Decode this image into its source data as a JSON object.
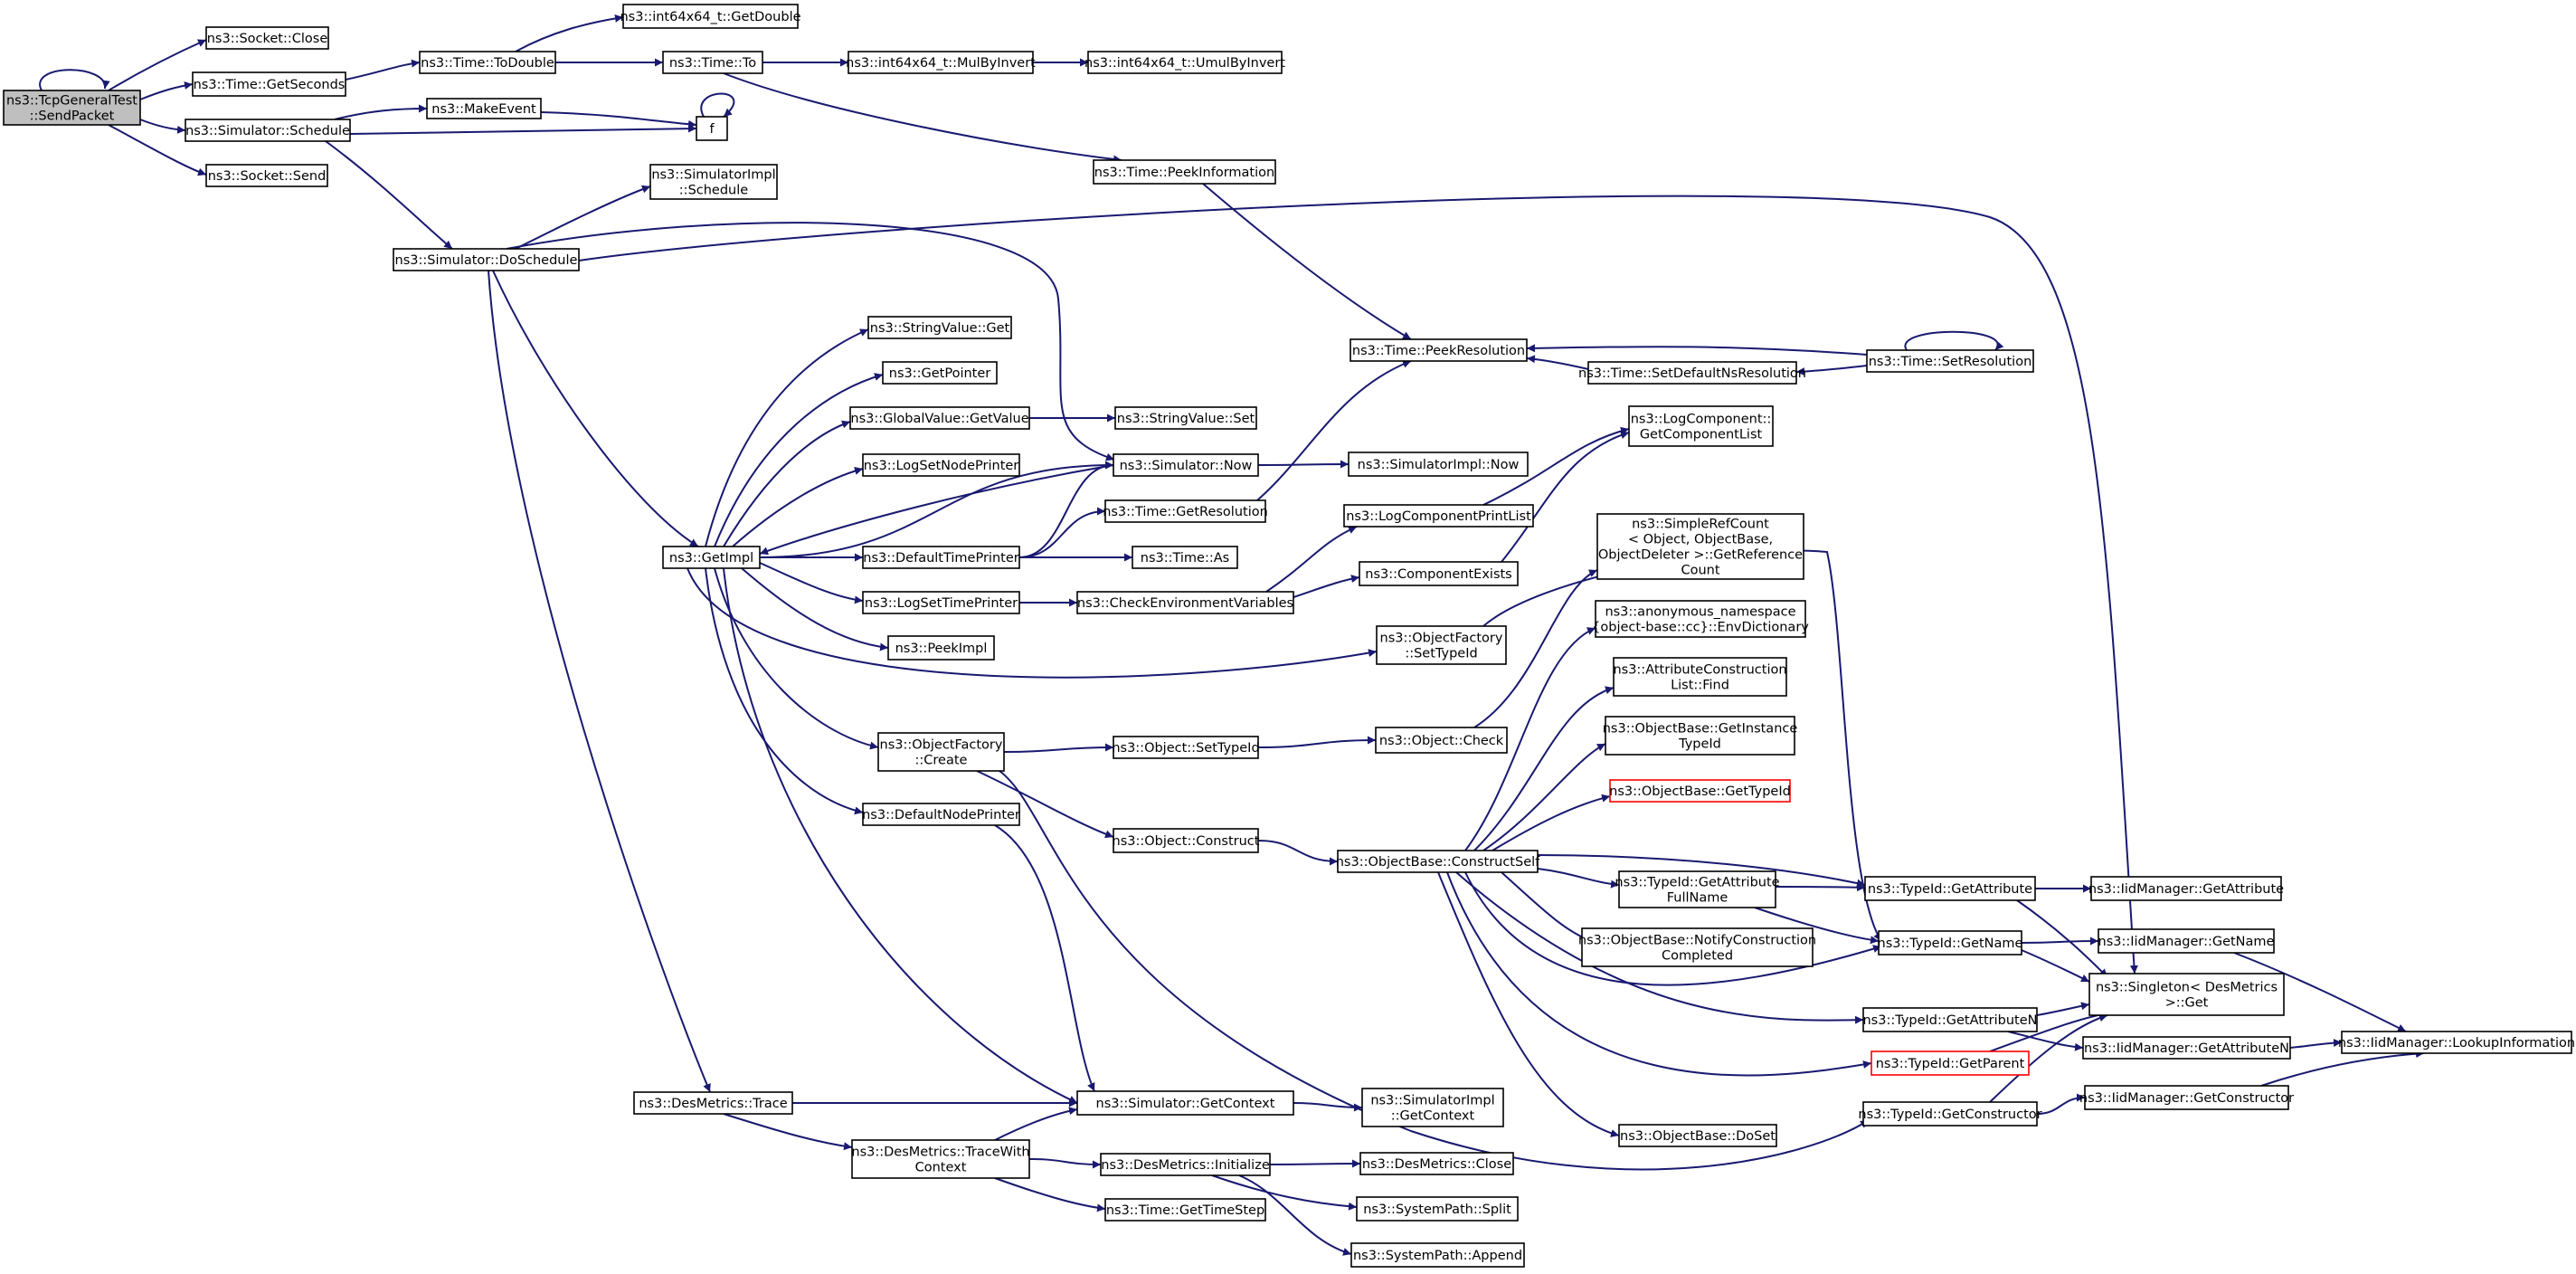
{
  "nodes": [
    {
      "id": "root",
      "lines": [
        "ns3::TcpGeneralTest",
        "::SendPacket"
      ],
      "kind": "root"
    },
    {
      "id": "sockclose",
      "lines": [
        "ns3::Socket::Close"
      ]
    },
    {
      "id": "getseconds",
      "lines": [
        "ns3::Time::GetSeconds"
      ]
    },
    {
      "id": "schedule",
      "lines": [
        "ns3::Simulator::Schedule"
      ]
    },
    {
      "id": "socksend",
      "lines": [
        "ns3::Socket::Send"
      ]
    },
    {
      "id": "todouble",
      "lines": [
        "ns3::Time::ToDouble"
      ]
    },
    {
      "id": "getdouble",
      "lines": [
        "ns3::int64x64_t::GetDouble"
      ]
    },
    {
      "id": "to",
      "lines": [
        "ns3::Time::To"
      ]
    },
    {
      "id": "mulbyinv",
      "lines": [
        "ns3::int64x64_t::MulByInvert"
      ]
    },
    {
      "id": "umulbyinv",
      "lines": [
        "ns3::int64x64_t::UmulByInvert"
      ]
    },
    {
      "id": "makeevent",
      "lines": [
        "ns3::MakeEvent"
      ]
    },
    {
      "id": "f",
      "lines": [
        "f"
      ]
    },
    {
      "id": "peekinfo",
      "lines": [
        "ns3::Time::PeekInformation"
      ]
    },
    {
      "id": "simimplsched",
      "lines": [
        "ns3::SimulatorImpl",
        "::Schedule"
      ]
    },
    {
      "id": "doschedule",
      "lines": [
        "ns3::Simulator::DoSchedule"
      ]
    },
    {
      "id": "peekres",
      "lines": [
        "ns3::Time::PeekResolution"
      ]
    },
    {
      "id": "setdefns",
      "lines": [
        "ns3::Time::SetDefaultNsResolution"
      ]
    },
    {
      "id": "setres",
      "lines": [
        "ns3::Time::SetResolution"
      ]
    },
    {
      "id": "strget",
      "lines": [
        "ns3::StringValue::Get"
      ]
    },
    {
      "id": "getpointer",
      "lines": [
        "ns3::GetPointer"
      ]
    },
    {
      "id": "gvgetvalue",
      "lines": [
        "ns3::GlobalValue::GetValue"
      ]
    },
    {
      "id": "strset",
      "lines": [
        "ns3::StringValue::Set"
      ]
    },
    {
      "id": "logsetnode",
      "lines": [
        "ns3::LogSetNodePrinter"
      ]
    },
    {
      "id": "simnow",
      "lines": [
        "ns3::Simulator::Now"
      ]
    },
    {
      "id": "simimplnow",
      "lines": [
        "ns3::SimulatorImpl::Now"
      ]
    },
    {
      "id": "logcompgetlist",
      "lines": [
        "ns3::LogComponent::",
        "GetComponentList"
      ]
    },
    {
      "id": "getimpl",
      "lines": [
        "ns3::GetImpl"
      ]
    },
    {
      "id": "timegetres",
      "lines": [
        "ns3::Time::GetResolution"
      ]
    },
    {
      "id": "deftimeprinter",
      "lines": [
        "ns3::DefaultTimePrinter"
      ]
    },
    {
      "id": "timeas",
      "lines": [
        "ns3::Time::As"
      ]
    },
    {
      "id": "logcompprint",
      "lines": [
        "ns3::LogComponentPrintList"
      ]
    },
    {
      "id": "simplerefcount",
      "lines": [
        "ns3::SimpleRefCount",
        "< Object, ObjectBase,",
        "ObjectDeleter >::GetReference",
        "Count"
      ]
    },
    {
      "id": "compexists",
      "lines": [
        "ns3::ComponentExists"
      ]
    },
    {
      "id": "logsettime",
      "lines": [
        "ns3::LogSetTimePrinter"
      ]
    },
    {
      "id": "checkenv",
      "lines": [
        "ns3::CheckEnvironmentVariables"
      ]
    },
    {
      "id": "envdict",
      "lines": [
        "ns3::anonymous_namespace",
        "{object-base::cc}::EnvDictionary"
      ]
    },
    {
      "id": "peekimpl",
      "lines": [
        "ns3::PeekImpl"
      ]
    },
    {
      "id": "ofsettypeid",
      "lines": [
        "ns3::ObjectFactory",
        "::SetTypeId"
      ]
    },
    {
      "id": "attrconstrfind",
      "lines": [
        "ns3::AttributeConstruction",
        "List::Find"
      ]
    },
    {
      "id": "obgetinsttypeid",
      "lines": [
        "ns3::ObjectBase::GetInstance",
        "TypeId"
      ]
    },
    {
      "id": "ofcreate",
      "lines": [
        "ns3::ObjectFactory",
        "::Create"
      ]
    },
    {
      "id": "objsettypeid",
      "lines": [
        "ns3::Object::SetTypeId"
      ]
    },
    {
      "id": "objcheck",
      "lines": [
        "ns3::Object::Check"
      ]
    },
    {
      "id": "obgettypeid",
      "lines": [
        "ns3::ObjectBase::GetTypeId"
      ],
      "kind": "red"
    },
    {
      "id": "defnodeprinter",
      "lines": [
        "ns3::DefaultNodePrinter"
      ]
    },
    {
      "id": "objconstruct",
      "lines": [
        "ns3::Object::Construct"
      ]
    },
    {
      "id": "obconstructself",
      "lines": [
        "ns3::ObjectBase::ConstructSelf"
      ]
    },
    {
      "id": "tidgetattrfull",
      "lines": [
        "ns3::TypeId::GetAttribute",
        "FullName"
      ]
    },
    {
      "id": "tidgetattr",
      "lines": [
        "ns3::TypeId::GetAttribute"
      ]
    },
    {
      "id": "iidgetattr",
      "lines": [
        "ns3::IidManager::GetAttribute"
      ]
    },
    {
      "id": "obnotify",
      "lines": [
        "ns3::ObjectBase::NotifyConstruction",
        "Completed"
      ]
    },
    {
      "id": "tidgetname",
      "lines": [
        "ns3::TypeId::GetName"
      ]
    },
    {
      "id": "iidgetname",
      "lines": [
        "ns3::IidManager::GetName"
      ]
    },
    {
      "id": "singleton",
      "lines": [
        "ns3::Singleton< DesMetrics",
        ">::Get"
      ]
    },
    {
      "id": "tidgetattrn",
      "lines": [
        "ns3::TypeId::GetAttributeN"
      ]
    },
    {
      "id": "iidgetattrn",
      "lines": [
        "ns3::IidManager::GetAttributeN"
      ]
    },
    {
      "id": "iidlookup",
      "lines": [
        "ns3::IidManager::LookupInformation"
      ]
    },
    {
      "id": "tidgetparent",
      "lines": [
        "ns3::TypeId::GetParent"
      ],
      "kind": "red"
    },
    {
      "id": "destrace",
      "lines": [
        "ns3::DesMetrics::Trace"
      ]
    },
    {
      "id": "simgetcontext",
      "lines": [
        "ns3::Simulator::GetContext"
      ]
    },
    {
      "id": "simimplgetctx",
      "lines": [
        "ns3::SimulatorImpl",
        "::GetContext"
      ]
    },
    {
      "id": "iidgetconstr",
      "lines": [
        "ns3::IidManager::GetConstructor"
      ]
    },
    {
      "id": "tidgetconstr",
      "lines": [
        "ns3::TypeId::GetConstructor"
      ]
    },
    {
      "id": "obdoset",
      "lines": [
        "ns3::ObjectBase::DoSet"
      ]
    },
    {
      "id": "destracewithctx",
      "lines": [
        "ns3::DesMetrics::TraceWith",
        "Context"
      ]
    },
    {
      "id": "desinit",
      "lines": [
        "ns3::DesMetrics::Initialize"
      ]
    },
    {
      "id": "desclose",
      "lines": [
        "ns3::DesMetrics::Close"
      ]
    },
    {
      "id": "syssplit",
      "lines": [
        "ns3::SystemPath::Split"
      ]
    },
    {
      "id": "timegettimestep",
      "lines": [
        "ns3::Time::GetTimeStep"
      ]
    },
    {
      "id": "sysappend",
      "lines": [
        "ns3::SystemPath::Append"
      ]
    }
  ],
  "edges": [
    [
      "root",
      "root"
    ],
    [
      "root",
      "sockclose"
    ],
    [
      "root",
      "getseconds"
    ],
    [
      "root",
      "schedule"
    ],
    [
      "root",
      "socksend"
    ],
    [
      "getseconds",
      "todouble"
    ],
    [
      "todouble",
      "getdouble"
    ],
    [
      "todouble",
      "to"
    ],
    [
      "to",
      "mulbyinv"
    ],
    [
      "mulbyinv",
      "umulbyinv"
    ],
    [
      "to",
      "peekinfo"
    ],
    [
      "schedule",
      "makeevent"
    ],
    [
      "schedule",
      "f"
    ],
    [
      "makeevent",
      "f"
    ],
    [
      "f",
      "f"
    ],
    [
      "schedule",
      "doschedule"
    ],
    [
      "doschedule",
      "simimplsched"
    ],
    [
      "doschedule",
      "simnow"
    ],
    [
      "doschedule",
      "singleton"
    ],
    [
      "doschedule",
      "getimpl"
    ],
    [
      "doschedule",
      "destrace"
    ],
    [
      "peekinfo",
      "peekres"
    ],
    [
      "setdefns",
      "peekres"
    ],
    [
      "setres",
      "peekres"
    ],
    [
      "setres",
      "setdefns"
    ],
    [
      "setres",
      "setres"
    ],
    [
      "getimpl",
      "strget"
    ],
    [
      "getimpl",
      "getpointer"
    ],
    [
      "getimpl",
      "gvgetvalue"
    ],
    [
      "getimpl",
      "logsetnode"
    ],
    [
      "getimpl",
      "simnow"
    ],
    [
      "getimpl",
      "deftimeprinter"
    ],
    [
      "getimpl",
      "logsettime"
    ],
    [
      "getimpl",
      "peekimpl"
    ],
    [
      "getimpl",
      "ofsettypeid"
    ],
    [
      "getimpl",
      "ofcreate"
    ],
    [
      "getimpl",
      "defnodeprinter"
    ],
    [
      "getimpl",
      "simgetcontext"
    ],
    [
      "gvgetvalue",
      "strset"
    ],
    [
      "simnow",
      "getimpl"
    ],
    [
      "simnow",
      "simimplnow"
    ],
    [
      "deftimeprinter",
      "simnow"
    ],
    [
      "deftimeprinter",
      "timegetres"
    ],
    [
      "deftimeprinter",
      "timeas"
    ],
    [
      "timegetres",
      "peekres"
    ],
    [
      "logsettime",
      "checkenv"
    ],
    [
      "checkenv",
      "logcompprint"
    ],
    [
      "checkenv",
      "compexists"
    ],
    [
      "logcompprint",
      "logcompgetlist"
    ],
    [
      "compexists",
      "logcompgetlist"
    ],
    [
      "ofsettypeid",
      "tidgetname"
    ],
    [
      "ofcreate",
      "objsettypeid"
    ],
    [
      "ofcreate",
      "objconstruct"
    ],
    [
      "ofcreate",
      "tidgetconstr"
    ],
    [
      "objsettypeid",
      "objcheck"
    ],
    [
      "objcheck",
      "simplerefcount"
    ],
    [
      "objconstruct",
      "obconstructself"
    ],
    [
      "obconstructself",
      "envdict"
    ],
    [
      "obconstructself",
      "attrconstrfind"
    ],
    [
      "obconstructself",
      "obgetinsttypeid"
    ],
    [
      "obconstructself",
      "obgettypeid"
    ],
    [
      "obconstructself",
      "tidgetattr"
    ],
    [
      "obconstructself",
      "tidgetattrfull"
    ],
    [
      "obconstructself",
      "obnotify"
    ],
    [
      "obconstructself",
      "tidgetname"
    ],
    [
      "obconstructself",
      "tidgetattrn"
    ],
    [
      "obconstructself",
      "tidgetparent"
    ],
    [
      "obconstructself",
      "obdoset"
    ],
    [
      "tidgetattrfull",
      "tidgetattr"
    ],
    [
      "tidgetattrfull",
      "tidgetname"
    ],
    [
      "tidgetattr",
      "iidgetattr"
    ],
    [
      "tidgetattr",
      "singleton"
    ],
    [
      "tidgetname",
      "iidgetname"
    ],
    [
      "tidgetname",
      "singleton"
    ],
    [
      "iidgetname",
      "iidlookup"
    ],
    [
      "tidgetattrn",
      "iidgetattrn"
    ],
    [
      "tidgetattrn",
      "singleton"
    ],
    [
      "iidgetattrn",
      "iidlookup"
    ],
    [
      "tidgetparent",
      "singleton"
    ],
    [
      "tidgetconstr",
      "iidgetconstr"
    ],
    [
      "tidgetconstr",
      "singleton"
    ],
    [
      "iidgetconstr",
      "iidlookup"
    ],
    [
      "defnodeprinter",
      "simgetcontext"
    ],
    [
      "destrace",
      "simgetcontext"
    ],
    [
      "destrace",
      "destracewithctx"
    ],
    [
      "simgetcontext",
      "simimplgetctx"
    ],
    [
      "destracewithctx",
      "simgetcontext"
    ],
    [
      "destracewithctx",
      "desinit"
    ],
    [
      "destracewithctx",
      "timegettimestep"
    ],
    [
      "desinit",
      "desclose"
    ],
    [
      "desinit",
      "syssplit"
    ],
    [
      "desinit",
      "sysappend"
    ]
  ]
}
